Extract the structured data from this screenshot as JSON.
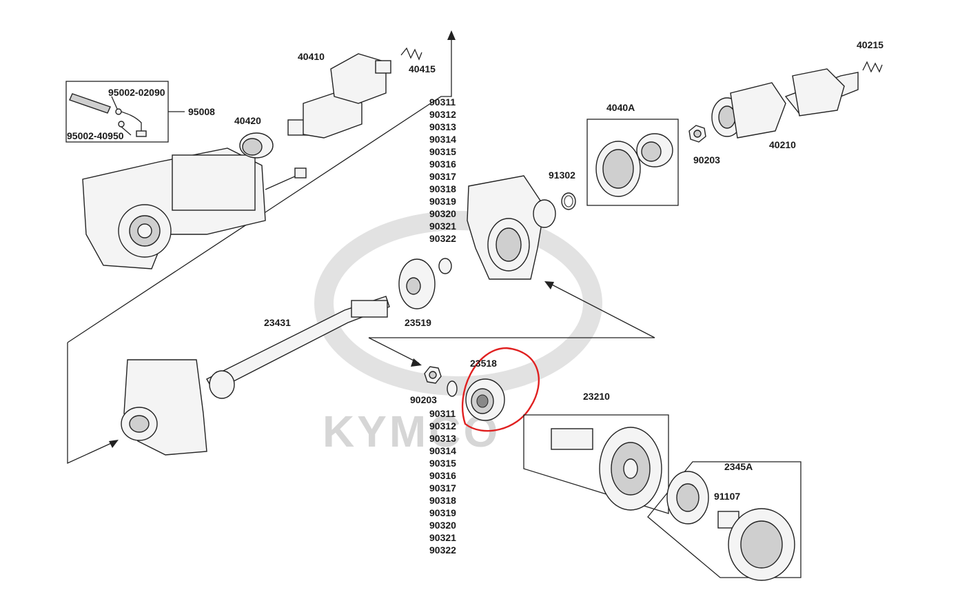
{
  "watermark": {
    "text": "KYMCO"
  },
  "labels": {
    "p95008": "95008",
    "p95002_02090": "95002-02090",
    "p95002_40950": "95002-40950",
    "p40410": "40410",
    "p40415": "40415",
    "p40420": "40420",
    "p40215": "40215",
    "p4040A": "4040A",
    "p90203_top": "90203",
    "p40210": "40210",
    "p91302": "91302",
    "p23519": "23519",
    "p23431": "23431",
    "p23518": "23518",
    "p90203_bottom": "90203",
    "p23210": "23210",
    "p2345A": "2345A",
    "p91107": "91107"
  },
  "shim_list_top": [
    "90311",
    "90312",
    "90313",
    "90314",
    "90315",
    "90316",
    "90317",
    "90318",
    "90319",
    "90320",
    "90321",
    "90322"
  ],
  "shim_list_bottom": [
    "90311",
    "90312",
    "90313",
    "90314",
    "90315",
    "90316",
    "90317",
    "90318",
    "90319",
    "90320",
    "90321",
    "90322"
  ],
  "highlight": {
    "color": "#e02020",
    "target": "23518"
  },
  "colors": {
    "ink": "#1a1a1a",
    "watermark": "#d6d6d6",
    "highlight": "#e02020"
  }
}
